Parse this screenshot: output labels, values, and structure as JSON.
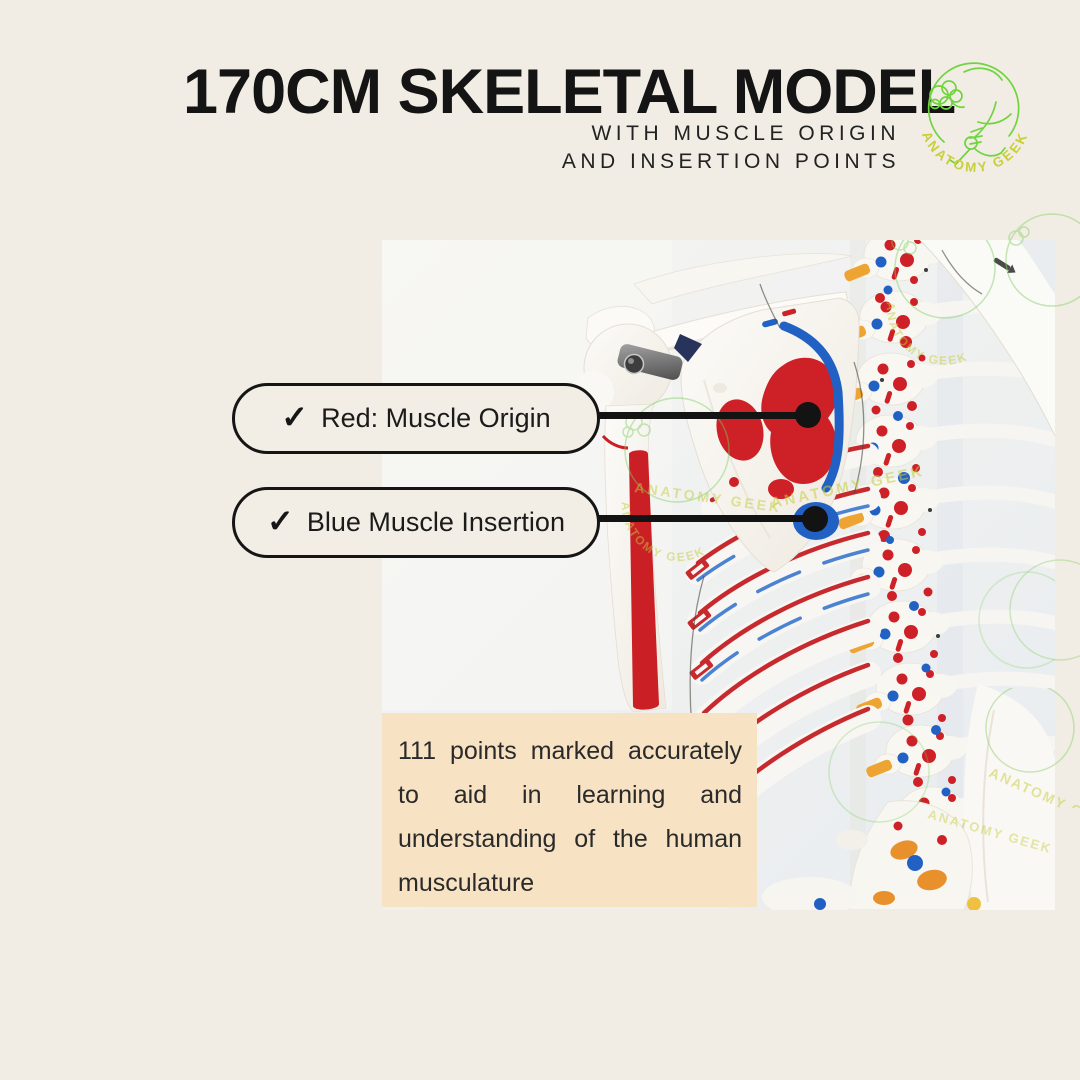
{
  "page": {
    "background": "#f2ede4"
  },
  "header": {
    "title": "170CM SKELETAL MODEL",
    "subtitle_line1": "WITH MUSCLE ORIGIN",
    "subtitle_line2": "AND INSERTION POINTS"
  },
  "logo": {
    "brand": "ANATOMY GEEK.",
    "line_color": "#70d43f",
    "text_color": "#c9cf3a"
  },
  "callouts": [
    {
      "check": "✓",
      "label": "Red: Muscle Origin"
    },
    {
      "check": "✓",
      "label": "Blue Muscle Insertion"
    }
  ],
  "description": {
    "lines": [
      "111 points marked accurately",
      "to aid in learning and",
      "understanding of the human",
      "musculature"
    ]
  },
  "watermark": {
    "text": "ANATOMY GEEK"
  },
  "colors": {
    "origin_red": "#ce2027",
    "insertion_blue": "#2261c4",
    "connector_black": "#131313",
    "description_bg": "#f7e2c3",
    "ligament_orange": "#eda433"
  }
}
